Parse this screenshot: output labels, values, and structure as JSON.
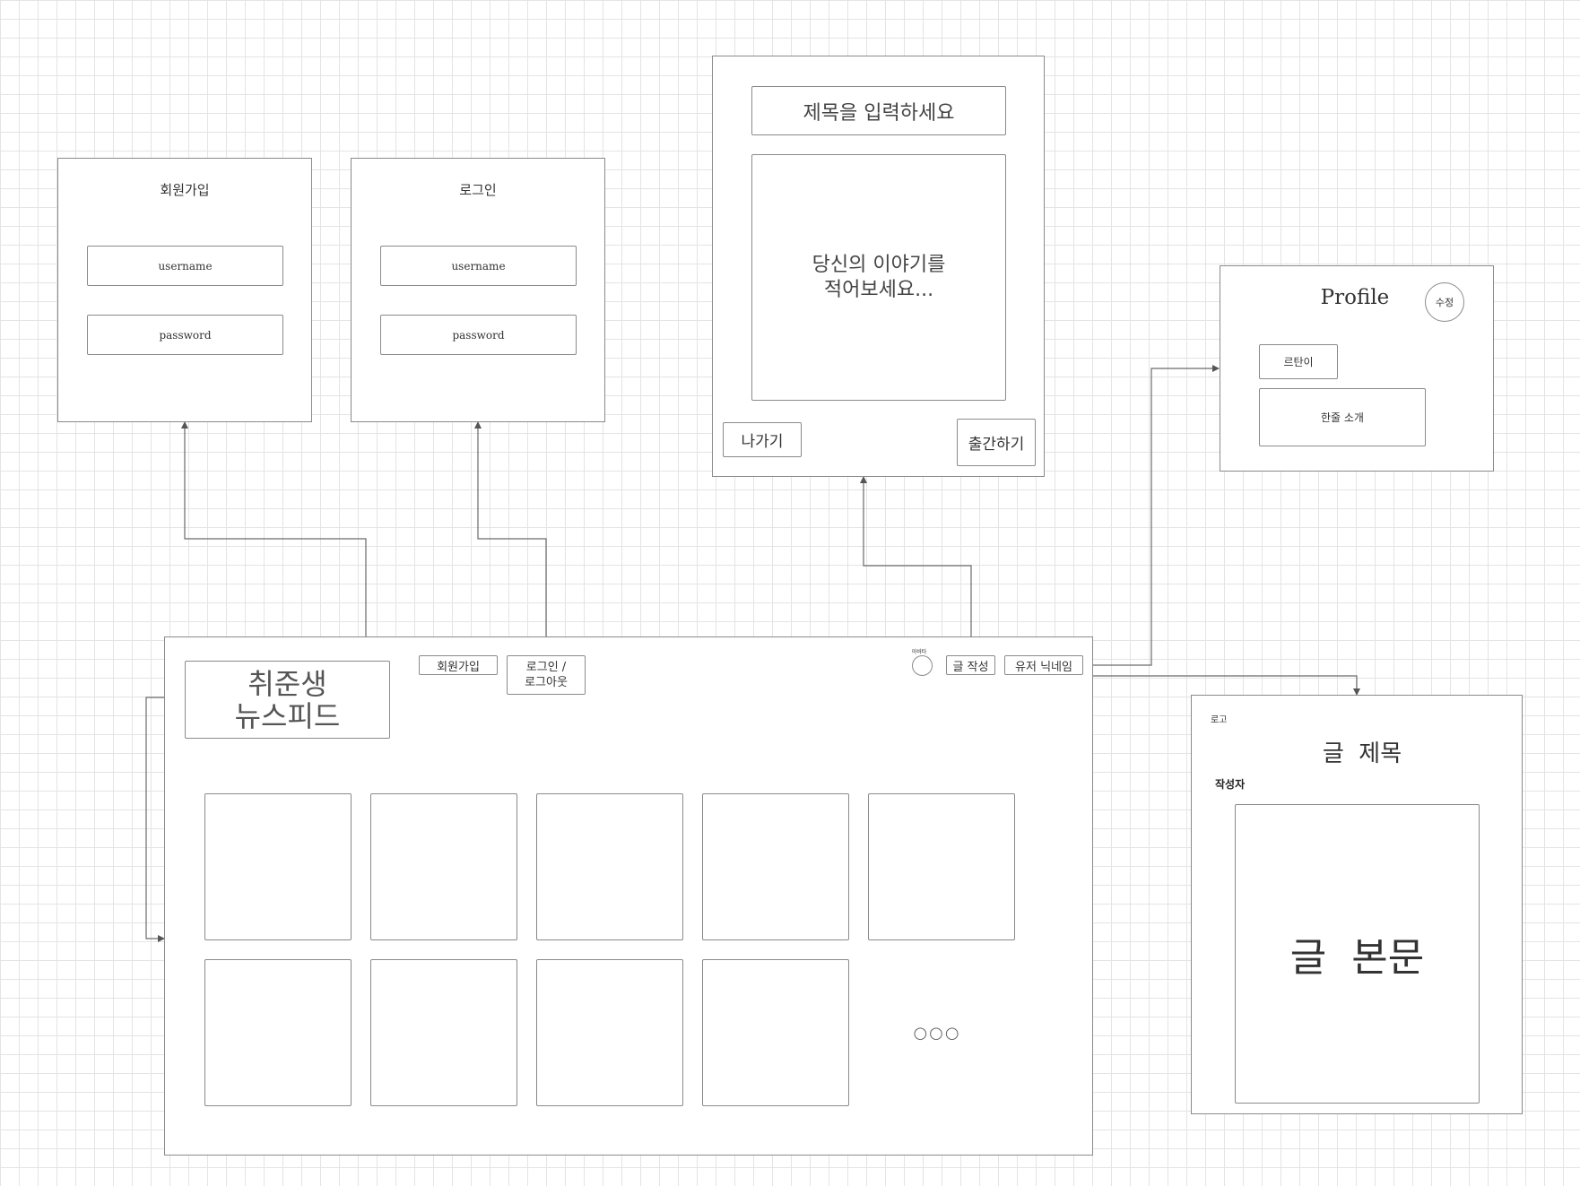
{
  "signup": {
    "title": "회원가입",
    "username": "username",
    "password": "password"
  },
  "login": {
    "title": "로그인",
    "username": "username",
    "password": "password"
  },
  "editor": {
    "title_placeholder": "제목을 입력하세요",
    "body_line1": "당신의 이야기를",
    "body_line2": "적어보세요...",
    "exit_button": "나가기",
    "publish_button": "출간하기"
  },
  "profile": {
    "title": "Profile",
    "edit_button": "수정",
    "name": "르탄이",
    "bio": "한줄 소개"
  },
  "feed": {
    "logo_line1": "취준생",
    "logo_line2": "뉴스피드",
    "signup_button": "회원가입",
    "login_line1": "로그인 /",
    "login_line2": "로그아웃",
    "avatar_caption": "아바타",
    "write_button": "글 작성",
    "nickname_button": "유저 닉네임",
    "more_indicator": "○○○"
  },
  "post": {
    "logo": "로고",
    "title": "글  제목",
    "author": "작성자",
    "body": "글  본문"
  }
}
